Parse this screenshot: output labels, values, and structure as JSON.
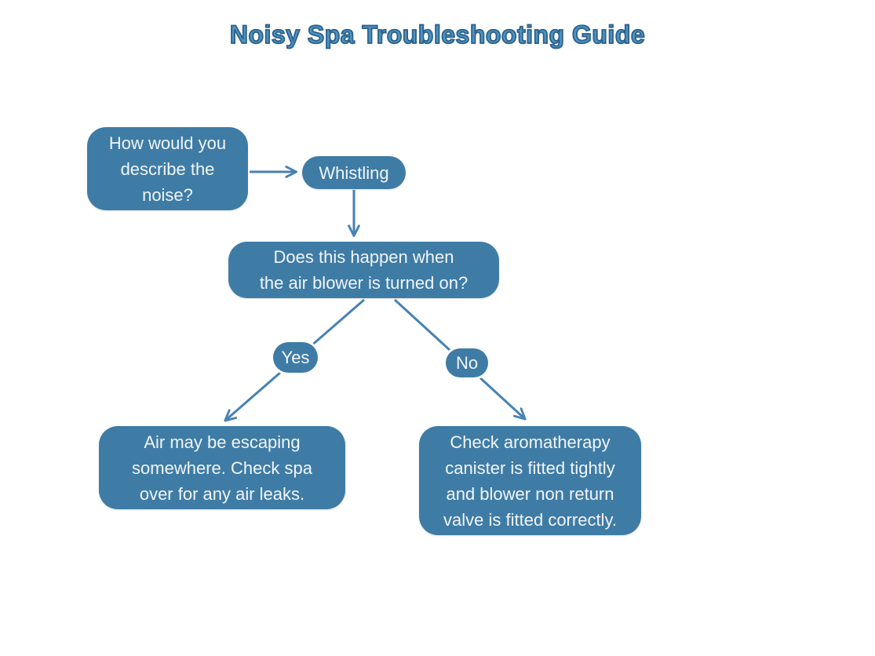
{
  "title": "Noisy Spa Troubleshooting Guide",
  "colors": {
    "node_fill": "#3E7CA6",
    "arrow": "#4682B4",
    "title_fill": "#4E93C1",
    "title_outline": "#2B618C",
    "node_text": "#F2F5F7",
    "background": "#FFFFFF"
  },
  "nodes": {
    "question": {
      "label": "How would you\ndescribe the\nnoise?"
    },
    "noise_type": {
      "label": "Whistling"
    },
    "condition": {
      "label": "Does this happen when\nthe air blower is turned on?"
    },
    "yes_label": {
      "label": "Yes"
    },
    "no_label": {
      "label": "No"
    },
    "yes_result": {
      "label": "Air may be escaping\nsomewhere. Check spa\nover for any air leaks."
    },
    "no_result": {
      "label": "Check aromatherapy\ncanister is fitted tightly\nand blower non return\nvalve is fitted correctly."
    }
  },
  "edges": [
    {
      "from": "question",
      "to": "noise_type",
      "label": ""
    },
    {
      "from": "noise_type",
      "to": "condition",
      "label": ""
    },
    {
      "from": "condition",
      "to": "yes_result",
      "label": "Yes"
    },
    {
      "from": "condition",
      "to": "no_result",
      "label": "No"
    }
  ]
}
